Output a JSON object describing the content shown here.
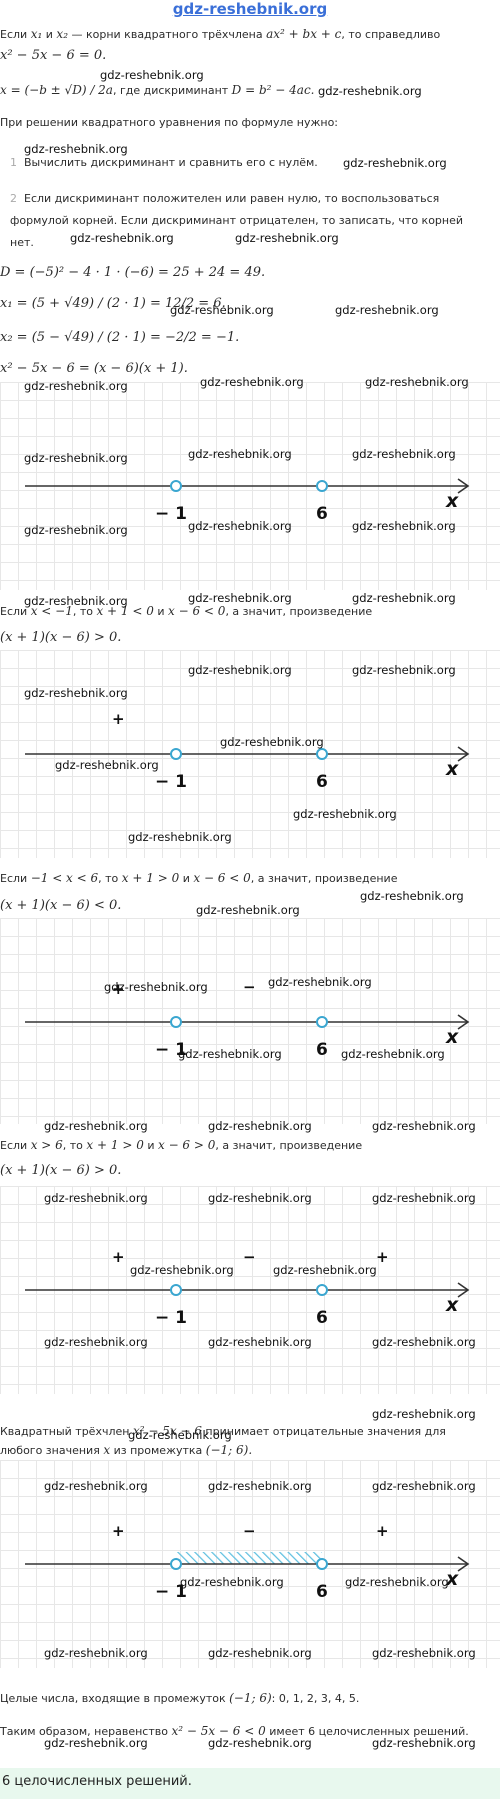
{
  "header": {
    "site": "gdz-reshebnik.org"
  },
  "intro": {
    "p1": [
      "Если ",
      "x₁",
      " и ",
      "x₂",
      " — корни квадратного трёхчлена ",
      "ax² + bx + c",
      ", то справедливо "
    ],
    "p1_eq": "x² − 5x − 6 = 0.",
    "formula": "x = (−b ± √D) / 2a",
    "formula_tail": ", где дискриминант ",
    "disc": "D = b² − 4ac.",
    "rule_lead": "При решении квадратного уравнения по формуле нужно:",
    "steps": [
      {
        "num": "1",
        "text": "Вычислить дискриминант и сравнить его с нулём."
      },
      {
        "num": "2",
        "text": "Если дискриминант положителен или равен нулю, то воспользоваться формулой корней. Если дискриминант отрицателен, то записать, что корней нет."
      }
    ]
  },
  "solution": {
    "d_line": "D = (−5)² − 4 · 1 · (−6) = 25 + 24 = 49.",
    "x1_line": "x₁ = (5 + √49) / (2 · 1) = 12/2 = 6.",
    "x2_line": "x₂ = (5 − √49) / (2 · 1) = −2/2 = −1.",
    "factor_line": "x² − 5x − 6 = (x − 6)(x + 1)."
  },
  "diagrams": {
    "axis_var": "x",
    "point_a": "− 1",
    "point_b": "6",
    "plus": "+",
    "minus": "−"
  },
  "cases": {
    "c1_lead": "Если ",
    "c1_cond": "x < −1",
    "c1_mid": ", то ",
    "c1_ineq": "x + 1 < 0",
    "c1_and": " и ",
    "c1_ineq2": "x − 6 < 0",
    "c1_tail": ", а значит, произведение",
    "c1_prod": "(x + 1)(x − 6) > 0.",
    "c2_cond": "−1 < x < 6",
    "c2_ineq": "x + 1 > 0",
    "c2_ineq2": "x − 6 < 0",
    "c2_prod": "(x + 1)(x − 6) < 0.",
    "c3_cond": "x > 6",
    "c3_ineq": "x + 1 > 0",
    "c3_ineq2": "x − 6 > 0",
    "c3_prod": "(x + 1)(x − 6) > 0."
  },
  "conclusion": {
    "neg_a": "Квадратный трёхчлен ",
    "neg_expr": "x² − 5x − 6",
    "neg_b": " принимает отрицательные значения для любого значения ",
    "neg_x": "x",
    "neg_c": " из промежутка ",
    "neg_int": "(−1; 6).",
    "ints_a": "Целые числа, входящие в промежуток ",
    "ints_int": "(−1; 6)",
    "ints_b": ": 0, 1, 2, 3, 4, 5.",
    "final_a": "Таким образом, неравенство ",
    "final_ineq": "x² − 5x − 6 < 0",
    "final_b": " имеет 6 целочисленных решений.",
    "answer": "6 целочисленных решений."
  },
  "watermark": "gdz-reshebnik.org",
  "colors": {
    "point": "#3aa6d0",
    "hatch": "#5fc0e0",
    "axis": "#333333",
    "answer_bg": "#e8f8ee",
    "header": "#3a6fd8"
  }
}
